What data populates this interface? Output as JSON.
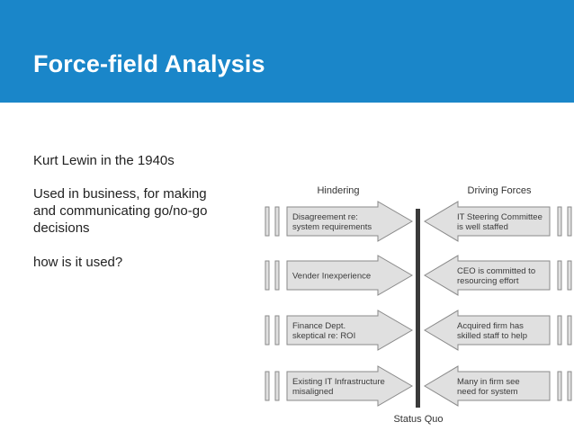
{
  "slide": {
    "title": "Force-field Analysis",
    "body": [
      "Kurt Lewin in the 1940s",
      "Used in business, for making",
      "and communicating go/no-go",
      "decisions",
      "how is it used?"
    ]
  },
  "diagram": {
    "hindering_heading": "Hindering",
    "driving_heading": "Driving Forces",
    "status_quo_label": "Status Quo",
    "hindering": [
      [
        "Disagreement re:",
        "system requirements"
      ],
      [
        "Vender Inexperience"
      ],
      [
        "Finance Dept.",
        "skeptical re: ROI"
      ],
      [
        "Existing IT Infrastructure",
        "misaligned"
      ]
    ],
    "driving": [
      [
        "IT Steering Committee",
        "is well staffed"
      ],
      [
        "CEO is committed to",
        "resourcing effort"
      ],
      [
        "Acquired firm has",
        "skilled staff to help"
      ],
      [
        "Many in firm see",
        "need for system"
      ]
    ],
    "colors": {
      "arrow_fill": "#e0e0e0",
      "arrow_stroke": "#8a8a8a",
      "status_quo_line": "#3a3a3a"
    }
  }
}
